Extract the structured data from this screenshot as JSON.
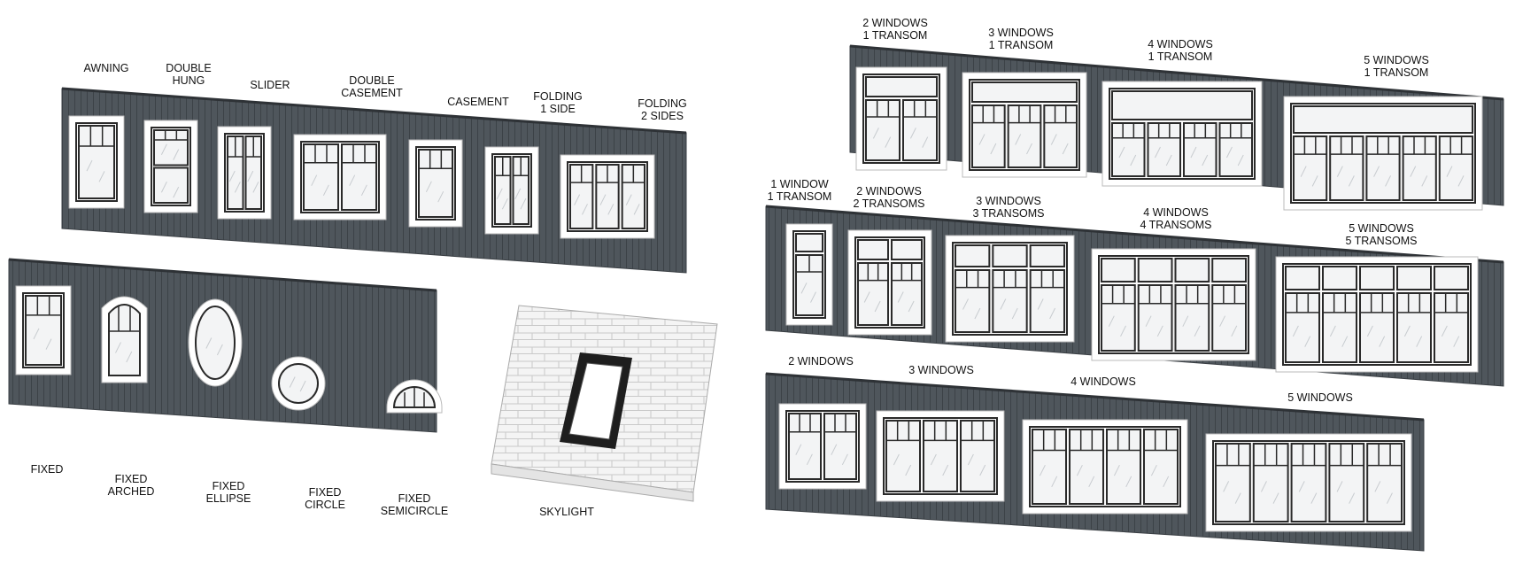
{
  "colors": {
    "siding": "#4f565c",
    "siding_line": "#3c4247",
    "trim": "#ffffff",
    "frame": "#2a2a2a",
    "glass": "#f3f4f5",
    "roof": "#f4f4f4",
    "roof_line": "#c9c9c9"
  },
  "labels": {
    "awning": "AWNING",
    "double_hung": "DOUBLE\nHUNG",
    "slider": "SLIDER",
    "double_casement": "DOUBLE\nCASEMENT",
    "casement": "CASEMENT",
    "folding_1_side": "FOLDING\n1 SIDE",
    "folding_2_sides": "FOLDING\n2 SIDES",
    "fixed": "FIXED",
    "fixed_arched": "FIXED\nARCHED",
    "fixed_ellipse": "FIXED\nELLIPSE",
    "fixed_circle": "FIXED\nCIRCLE",
    "fixed_semicircle": "FIXED\nSEMICIRCLE",
    "skylight": "SKYLIGHT",
    "w2_t1": "2 WINDOWS\n1 TRANSOM",
    "w3_t1": "3 WINDOWS\n1 TRANSOM",
    "w4_t1": "4 WINDOWS\n1 TRANSOM",
    "w5_t1": "5 WINDOWS\n1 TRANSOM",
    "w1_t1": "1 WINDOW\n1 TRANSOM",
    "w2_t2": "2 WINDOWS\n2 TRANSOMS",
    "w3_t3": "3 WINDOWS\n3 TRANSOMS",
    "w4_t4": "4 WINDOWS\n4 TRANSOMS",
    "w5_t5": "5 WINDOWS\n5 TRANSOMS",
    "w2": "2 WINDOWS",
    "w3": "3 WINDOWS",
    "w4": "4 WINDOWS",
    "w5": "5 WINDOWS"
  }
}
